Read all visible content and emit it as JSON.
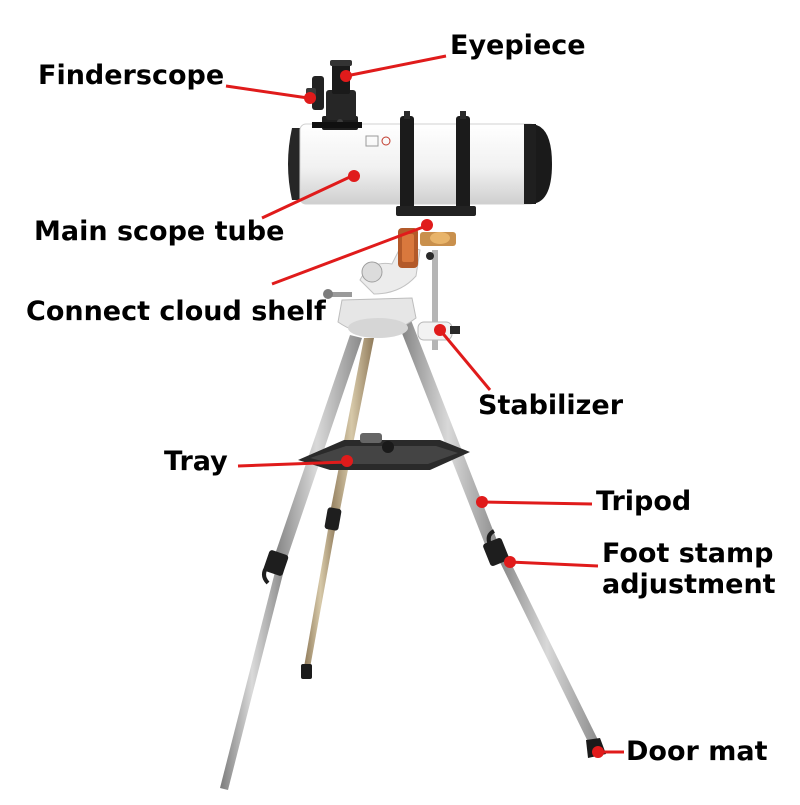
{
  "labels": {
    "finderscope": "Finderscope",
    "eyepiece": "Eyepiece",
    "main_tube": "Main scope tube",
    "cloud_shelf": "Connect cloud shelf",
    "stabilizer": "Stabilizer",
    "tray": "Tray",
    "tripod": "Tripod",
    "foot_stamp_line1": "Foot stamp",
    "foot_stamp_line2": "adjustment",
    "door_mat": "Door mat"
  },
  "colors": {
    "callout": "#e01b1b",
    "tube_body": "#f4f4f4",
    "tube_end": "#1c1c1c",
    "metal": "#a7a7a7",
    "mount": "#e9e9e9",
    "dark": "#222222",
    "label_text": "#000000"
  }
}
